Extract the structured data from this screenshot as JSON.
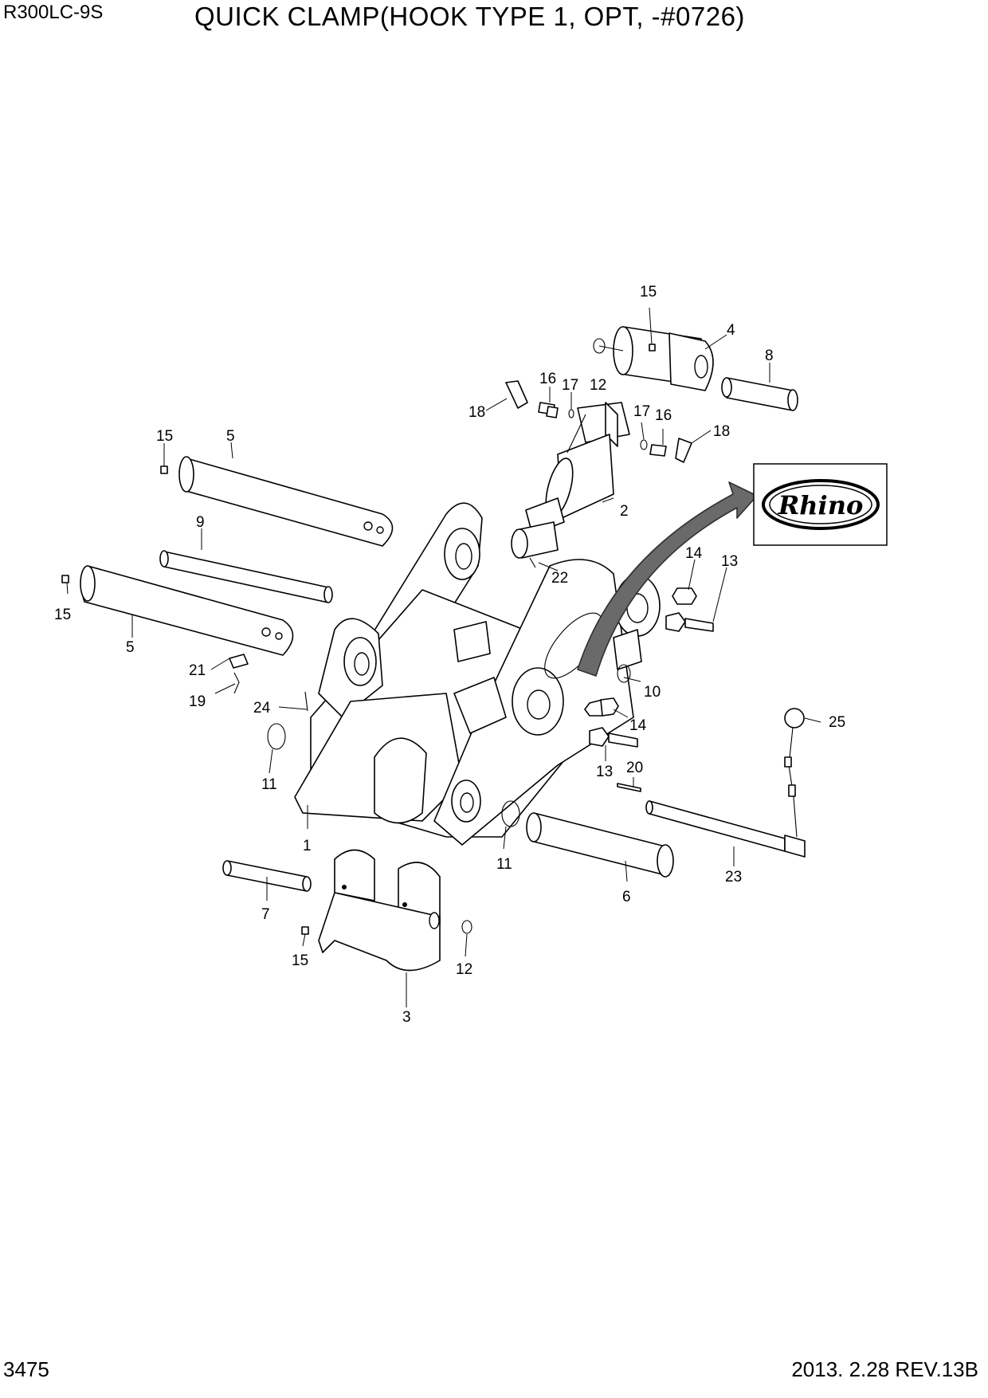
{
  "header": {
    "model": "R300LC-9S",
    "title": "QUICK CLAMP(HOOK TYPE 1, OPT, -#0726)"
  },
  "footer": {
    "page_number": "3475",
    "revision": "2013. 2.28  REV.13B"
  },
  "logo": {
    "text": "Rhino"
  },
  "callouts": {
    "c1": "1",
    "c2": "2",
    "c3": "3",
    "c4": "4",
    "c5a": "5",
    "c5b": "5",
    "c6": "6",
    "c7": "7",
    "c8": "8",
    "c9": "9",
    "c10": "10",
    "c11a": "11",
    "c11b": "11",
    "c12a": "12",
    "c12b": "12",
    "c13a": "13",
    "c13b": "13",
    "c14a": "14",
    "c14b": "14",
    "c15a": "15",
    "c15b": "15",
    "c15c": "15",
    "c15d": "15",
    "c16a": "16",
    "c16b": "16",
    "c17a": "17",
    "c17b": "17",
    "c18a": "18",
    "c18b": "18",
    "c19": "19",
    "c20": "20",
    "c21": "21",
    "c22": "22",
    "c23": "23",
    "c24": "24",
    "c25": "25"
  }
}
